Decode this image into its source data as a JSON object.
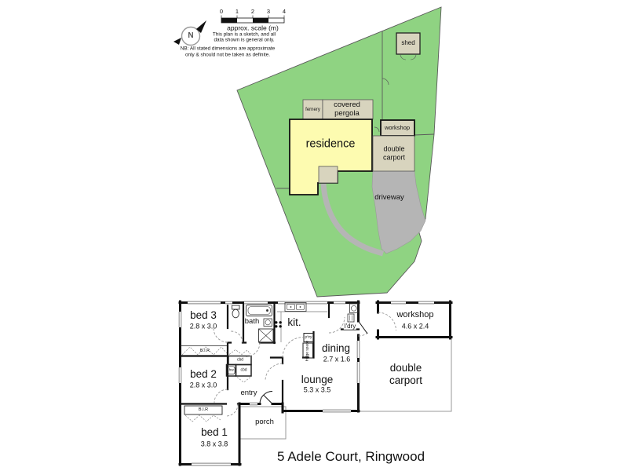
{
  "header": {
    "compass": "N",
    "scale_ticks": [
      "0",
      "1",
      "2",
      "3",
      "4"
    ],
    "scale_caption": "approx. scale (m)",
    "disclaimer_1": "This plan is a sketch, and all",
    "disclaimer_2": "data shown is general only.",
    "nb_1": "NB: All stated dimensions are approximate",
    "nb_2": "only & should not be taken as definite."
  },
  "site": {
    "shed": "shed",
    "fernery": "fernery",
    "pergola_line1": "covered",
    "pergola_line2": "pergola",
    "residence": "residence",
    "workshop": "workshop",
    "carport_line1": "double",
    "carport_line2": "carport",
    "driveway": "driveway"
  },
  "floor": {
    "bed3": {
      "name": "bed 3",
      "dims": "2.8 x 3.0"
    },
    "bed2": {
      "name": "bed 2",
      "dims": "2.8 x 3.0"
    },
    "bed1": {
      "name": "bed 1",
      "dims": "3.8 x 3.8"
    },
    "bath": "bath",
    "kit": "kit.",
    "ptry": "p'try",
    "fridge": "fridge space",
    "ldry": "l'dry",
    "dining": {
      "name": "dining",
      "dims": "2.7 x 1.6"
    },
    "lounge": {
      "name": "lounge",
      "dims": "5.3 x 3.5"
    },
    "entry": "entry",
    "porch": "porch",
    "workshop": {
      "name": "workshop",
      "dims": "4.6 x 2.4"
    },
    "carport_line1": "double",
    "carport_line2": "carport",
    "bir": "B.I.R",
    "cbd": "cbd",
    "hw": "hw"
  },
  "footer": {
    "title": "5 Adele Court, Ringwood"
  },
  "colors": {
    "lot_green": "#8fd382",
    "structure_beige": "#d8d4be",
    "residence_yellow": "#fdfbb0",
    "paving_grey": "#b5b5b5",
    "wall_black": "#111111"
  }
}
